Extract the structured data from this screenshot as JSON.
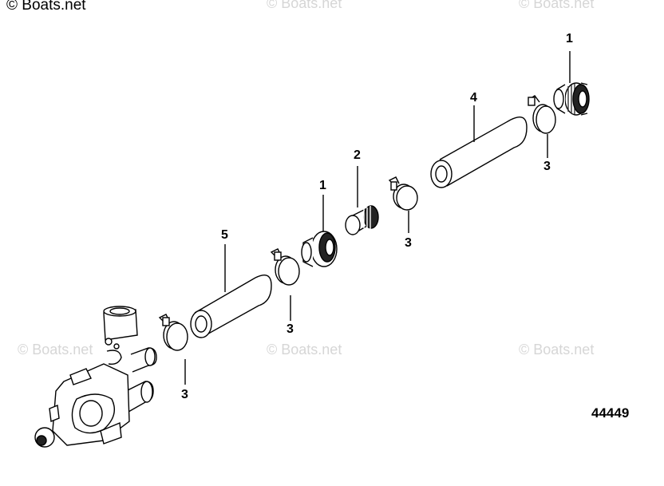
{
  "copyright": "© Boats.net",
  "watermarks": [
    "© Boats.net",
    "© Boats.net",
    "© Boats.net",
    "© Boats.net",
    "© Boats.net"
  ],
  "callouts": {
    "fitting_upper": "1",
    "fitting_middle": "1",
    "adapter": "2",
    "clamp_upper_right": "3",
    "clamp_middle": "3",
    "clamp_center": "3",
    "clamp_lower_left": "3",
    "hose_upper": "4",
    "hose_lower": "5"
  },
  "diagram_number": "44449"
}
